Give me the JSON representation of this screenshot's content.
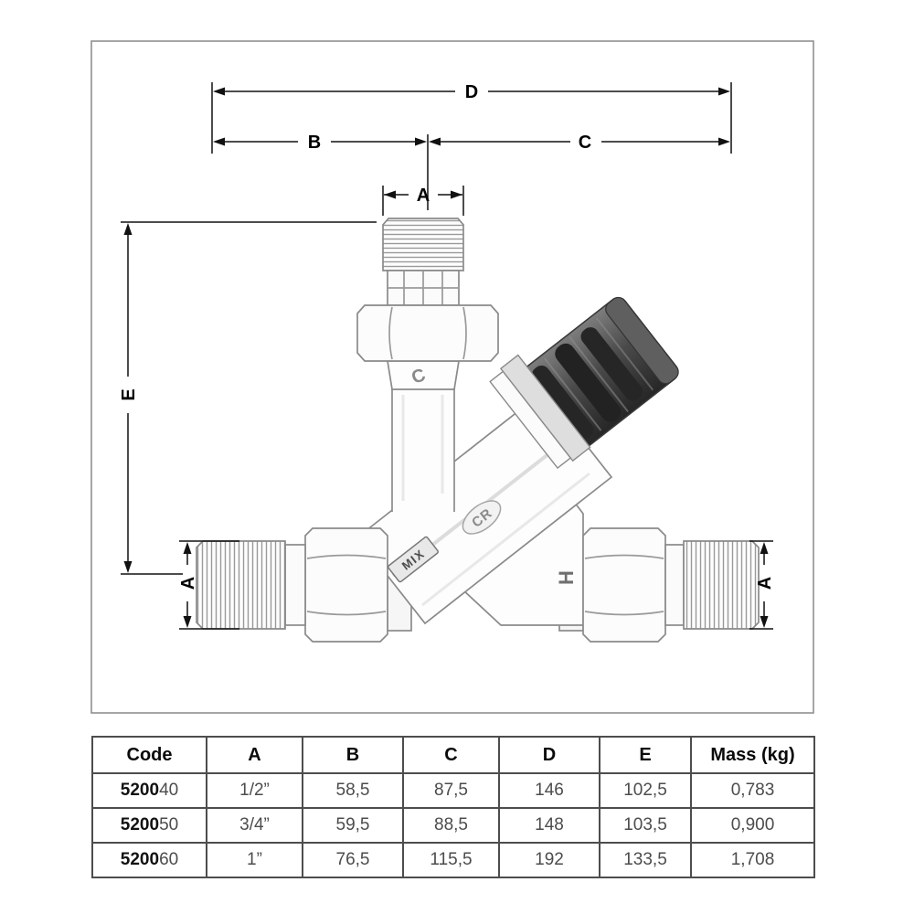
{
  "drawing": {
    "dimensions": {
      "d": "D",
      "b": "B",
      "c": "C",
      "a_top": "A",
      "e": "E",
      "a_left": "A",
      "a_right": "A"
    },
    "stamps": {
      "cold": "C",
      "hot": "H",
      "mix": "MIX",
      "brand": "CR"
    },
    "colors": {
      "dimension_line": "#111111",
      "valve_outline": "#8a8a8a",
      "knob_dark": "#2e2e2e",
      "frame_border": "#8f8f8f"
    }
  },
  "table": {
    "headers": [
      "Code",
      "A",
      "B",
      "C",
      "D",
      "E",
      "Mass (kg)"
    ],
    "rows": [
      {
        "code_bold": "5200",
        "code_suffix": "40",
        "a": "1/2”",
        "b": "58,5",
        "c": "87,5",
        "d": "146",
        "e": "102,5",
        "mass": "0,783"
      },
      {
        "code_bold": "5200",
        "code_suffix": "50",
        "a": "3/4”",
        "b": "59,5",
        "c": "88,5",
        "d": "148",
        "e": "103,5",
        "mass": "0,900"
      },
      {
        "code_bold": "5200",
        "code_suffix": "60",
        "a": "1”",
        "b": "76,5",
        "c": "115,5",
        "d": "192",
        "e": "133,5",
        "mass": "1,708"
      }
    ]
  }
}
